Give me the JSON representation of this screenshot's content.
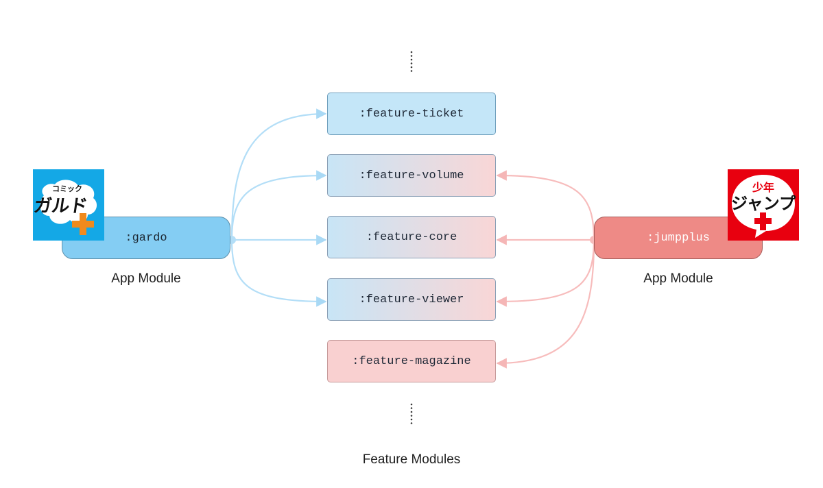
{
  "feature_modules": [
    {
      "label": ":feature-ticket"
    },
    {
      "label": ":feature-volume"
    },
    {
      "label": ":feature-core"
    },
    {
      "label": ":feature-viewer"
    },
    {
      "label": ":feature-magazine"
    }
  ],
  "feature_caption": "Feature Modules",
  "apps": {
    "gardo": {
      "label": ":gardo",
      "caption": "App Module",
      "logo_text_top": "コミック",
      "logo_text_main": "ガルド",
      "color": "#84cdf3"
    },
    "jumpplus": {
      "label": ":jumpplus",
      "caption": "App Module",
      "logo_text_top": "少年",
      "logo_text_main": "ジャンプ",
      "color": "#ee8a86"
    }
  },
  "colors": {
    "gardo_edge": "#b3def7",
    "jump_edge": "#f7bcbc"
  }
}
